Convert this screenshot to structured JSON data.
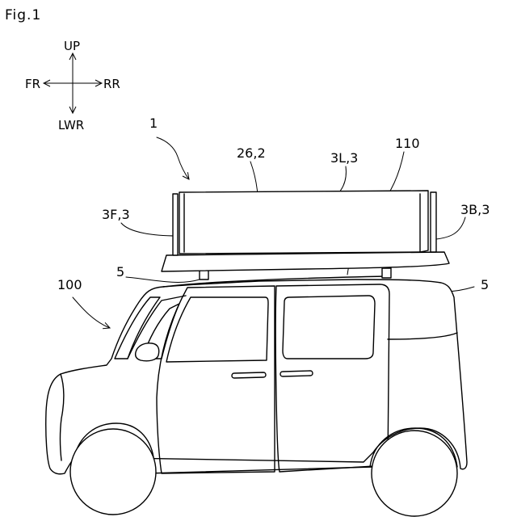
{
  "figure": {
    "title": "Fig.1"
  },
  "compass": {
    "up": "UP",
    "front": "FR",
    "rear": "RR",
    "lower": "LWR"
  },
  "labels": {
    "assembly": "1",
    "vehicle": "100",
    "roof": "110",
    "platform": "26,2",
    "left_panel": "3L,3",
    "front_panel": "3F,3",
    "back_panel": "3B,3",
    "bracket_front": "5",
    "bracket_rear": "5"
  }
}
